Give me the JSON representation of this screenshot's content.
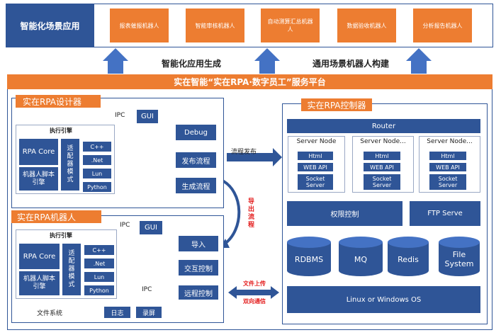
{
  "top": {
    "title": "智能化场景应用",
    "robots": [
      "报表催报机器人",
      "智能审核机器人",
      "自动测算汇总机器人",
      "数据验收机器人",
      "分析报告机器人"
    ],
    "mid_left": "智能化应用生成",
    "mid_right": "通用场景机器人构建"
  },
  "platform": {
    "title": "实在智能“实在RPA·数字员工”服务平台"
  },
  "designer": {
    "title": "实在RPA设计器",
    "ipc": "IPC",
    "gui": "GUI",
    "engine_title": "执行引擎",
    "rpa_core": "RPA Core",
    "script_engine": "机器人脚本引擎",
    "adapter": "适配器模式",
    "langs": [
      "C++",
      ".Net",
      "Lun",
      "Python"
    ],
    "actions": [
      "Debug",
      "发布流程",
      "生成流程"
    ]
  },
  "robot": {
    "title": "实在RPA机器人",
    "ipc": "IPC",
    "gui": "GUI",
    "engine_title": "执行引擎",
    "rpa_core": "RPA Core",
    "script_engine": "机器人脚本引擎",
    "adapter": "适配器模式",
    "langs": [
      "C++",
      ".Net",
      "Lun",
      "Python"
    ],
    "actions": [
      "导入",
      "交互控制",
      "远程控制"
    ],
    "ipc2": "IPC",
    "fs_label": "文件系统",
    "fs_items": [
      "日志",
      "录屏"
    ]
  },
  "connectors": {
    "publish": "流程发布",
    "export": "导出流程",
    "upload": "文件上传",
    "duplex": "双向通信"
  },
  "controller": {
    "title": "实在RPA控制器",
    "router": "Router",
    "nodes": [
      {
        "name": "Server Node",
        "items": [
          "Html",
          "WEB API",
          "Socket Server"
        ]
      },
      {
        "name": "Server Node...",
        "items": [
          "Html",
          "WEB API",
          "Socket Server"
        ]
      },
      {
        "name": "Server Node...",
        "items": [
          "Html",
          "WEB API",
          "Socket Server"
        ]
      }
    ],
    "perm": "权限控制",
    "ftp": "FTP Serve",
    "dbs": [
      "RDBMS",
      "MQ",
      "Redis",
      "File System"
    ],
    "os": "Linux or Windows OS"
  },
  "colors": {
    "blue": "#2f5597",
    "orange": "#ed7d31",
    "arrow": "#4472c4"
  }
}
